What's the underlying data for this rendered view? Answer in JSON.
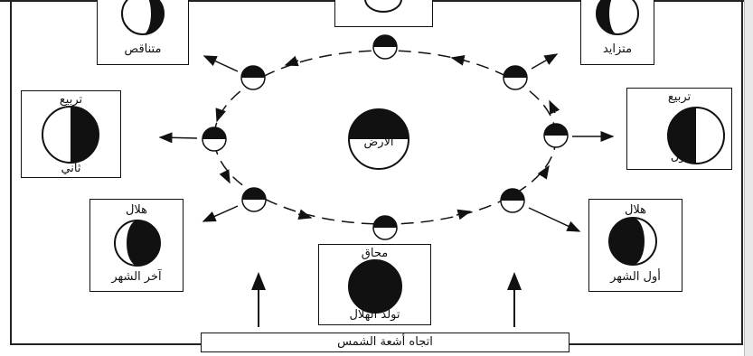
{
  "center": {
    "label": "الأرض"
  },
  "phases": {
    "waning": {
      "label": "متناقص"
    },
    "waxing": {
      "label": "متزايد"
    },
    "third_quarter": {
      "top": "تربيع",
      "bottom": "ثاني"
    },
    "first_quarter": {
      "top": "تربيع",
      "bottom": "أول"
    },
    "crescent_end": {
      "top": "هلال",
      "bottom": "آخر الشهر"
    },
    "crescent_start": {
      "top": "هلال",
      "bottom": "أول الشهر"
    },
    "new_moon": {
      "top": "محاق",
      "bottom": "تولد الهلال"
    }
  },
  "sunlight": {
    "label": "اتجاه أشعة الشمس"
  },
  "colors": {
    "ink": "#111111",
    "paper": "#ffffff"
  }
}
